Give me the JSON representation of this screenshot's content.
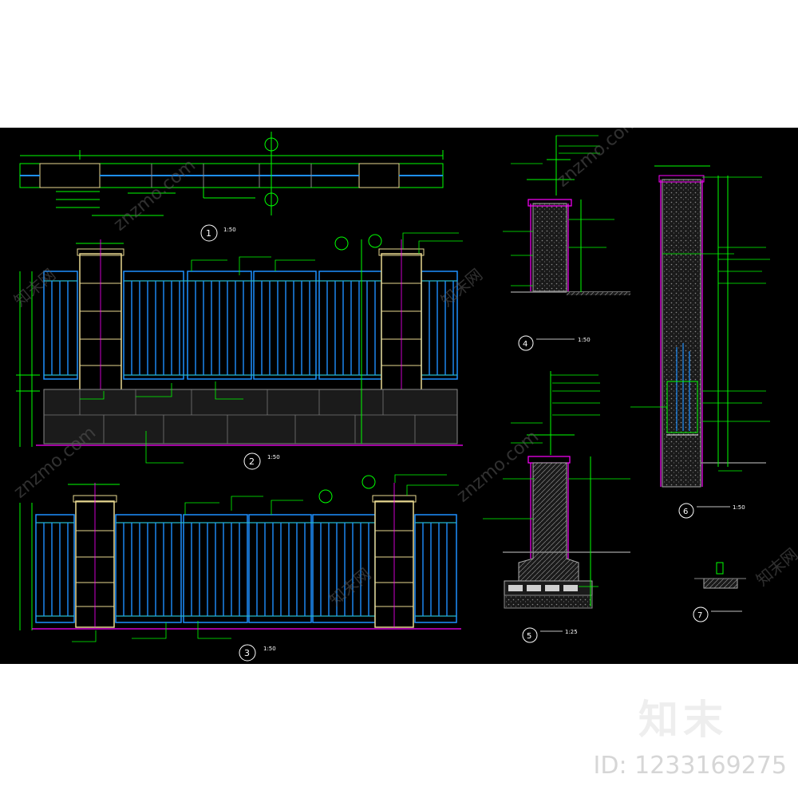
{
  "watermark": {
    "domain": "znzmo.com",
    "brand": "知末网",
    "logo_text": "知末",
    "id_label": "ID: 1233169275"
  },
  "drawing": {
    "scale_label": "1:50",
    "scale_label_5": "1:25",
    "callouts": [
      "1",
      "2",
      "3",
      "4",
      "5",
      "6",
      "7"
    ]
  },
  "colors": {
    "background": "#000000",
    "rail_blue": "#1e90ff",
    "rail_cyan": "#25b8c8",
    "pillar_yellow": "#e8d890",
    "dim_green": "#00ff00",
    "ground_magenta": "#ff00ff",
    "hatch_gray": "#707070",
    "leader_white": "#ffffff"
  },
  "icons": [
    "section-marker-icon",
    "callout-circle-icon",
    "hatch-pattern-icon"
  ]
}
